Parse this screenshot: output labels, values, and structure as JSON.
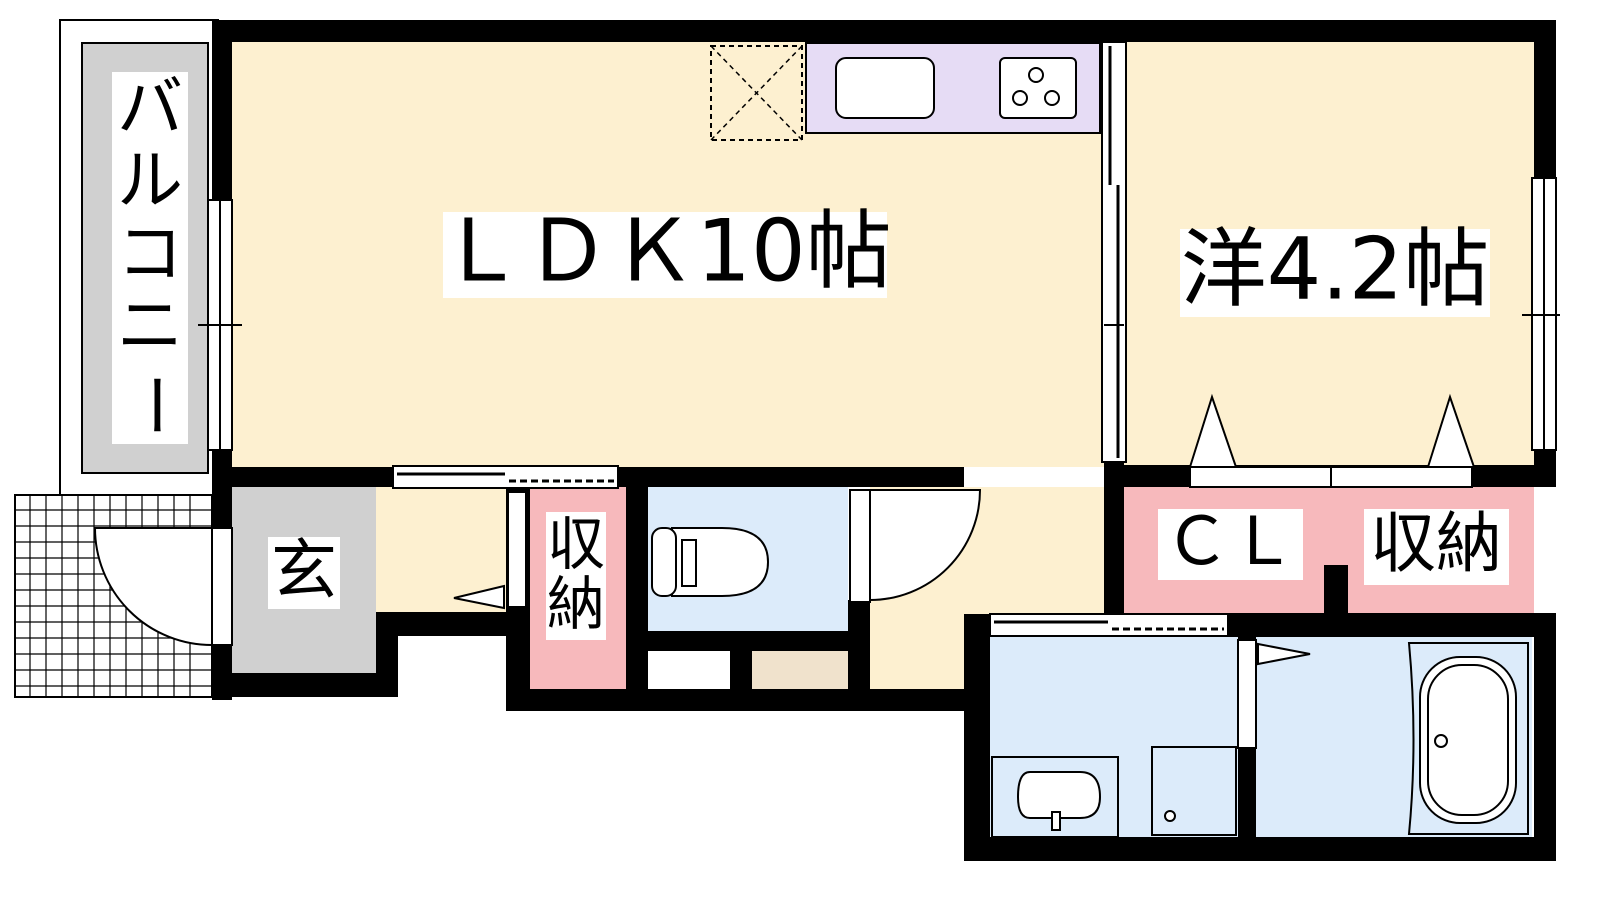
{
  "rooms": {
    "ldk": "ＬＤＫ10帖",
    "western": "洋4.2帖",
    "closet": "ＣＬ",
    "closet_storage": "収納",
    "entrance": "玄",
    "storage": [
      "収",
      "納"
    ],
    "balcony": [
      "バ",
      "ル",
      "コ",
      "ニ",
      "ー"
    ]
  },
  "colors": {
    "living": "#fdf0d0",
    "kitchen": "#e6dcf5",
    "wet": "#dcebfa",
    "storage": "#f7b9bc",
    "entrance": "#d0d0d0",
    "shelf": "#f0e2cc",
    "balcony_floor": "#d0d0d0",
    "wall": "#000000"
  }
}
